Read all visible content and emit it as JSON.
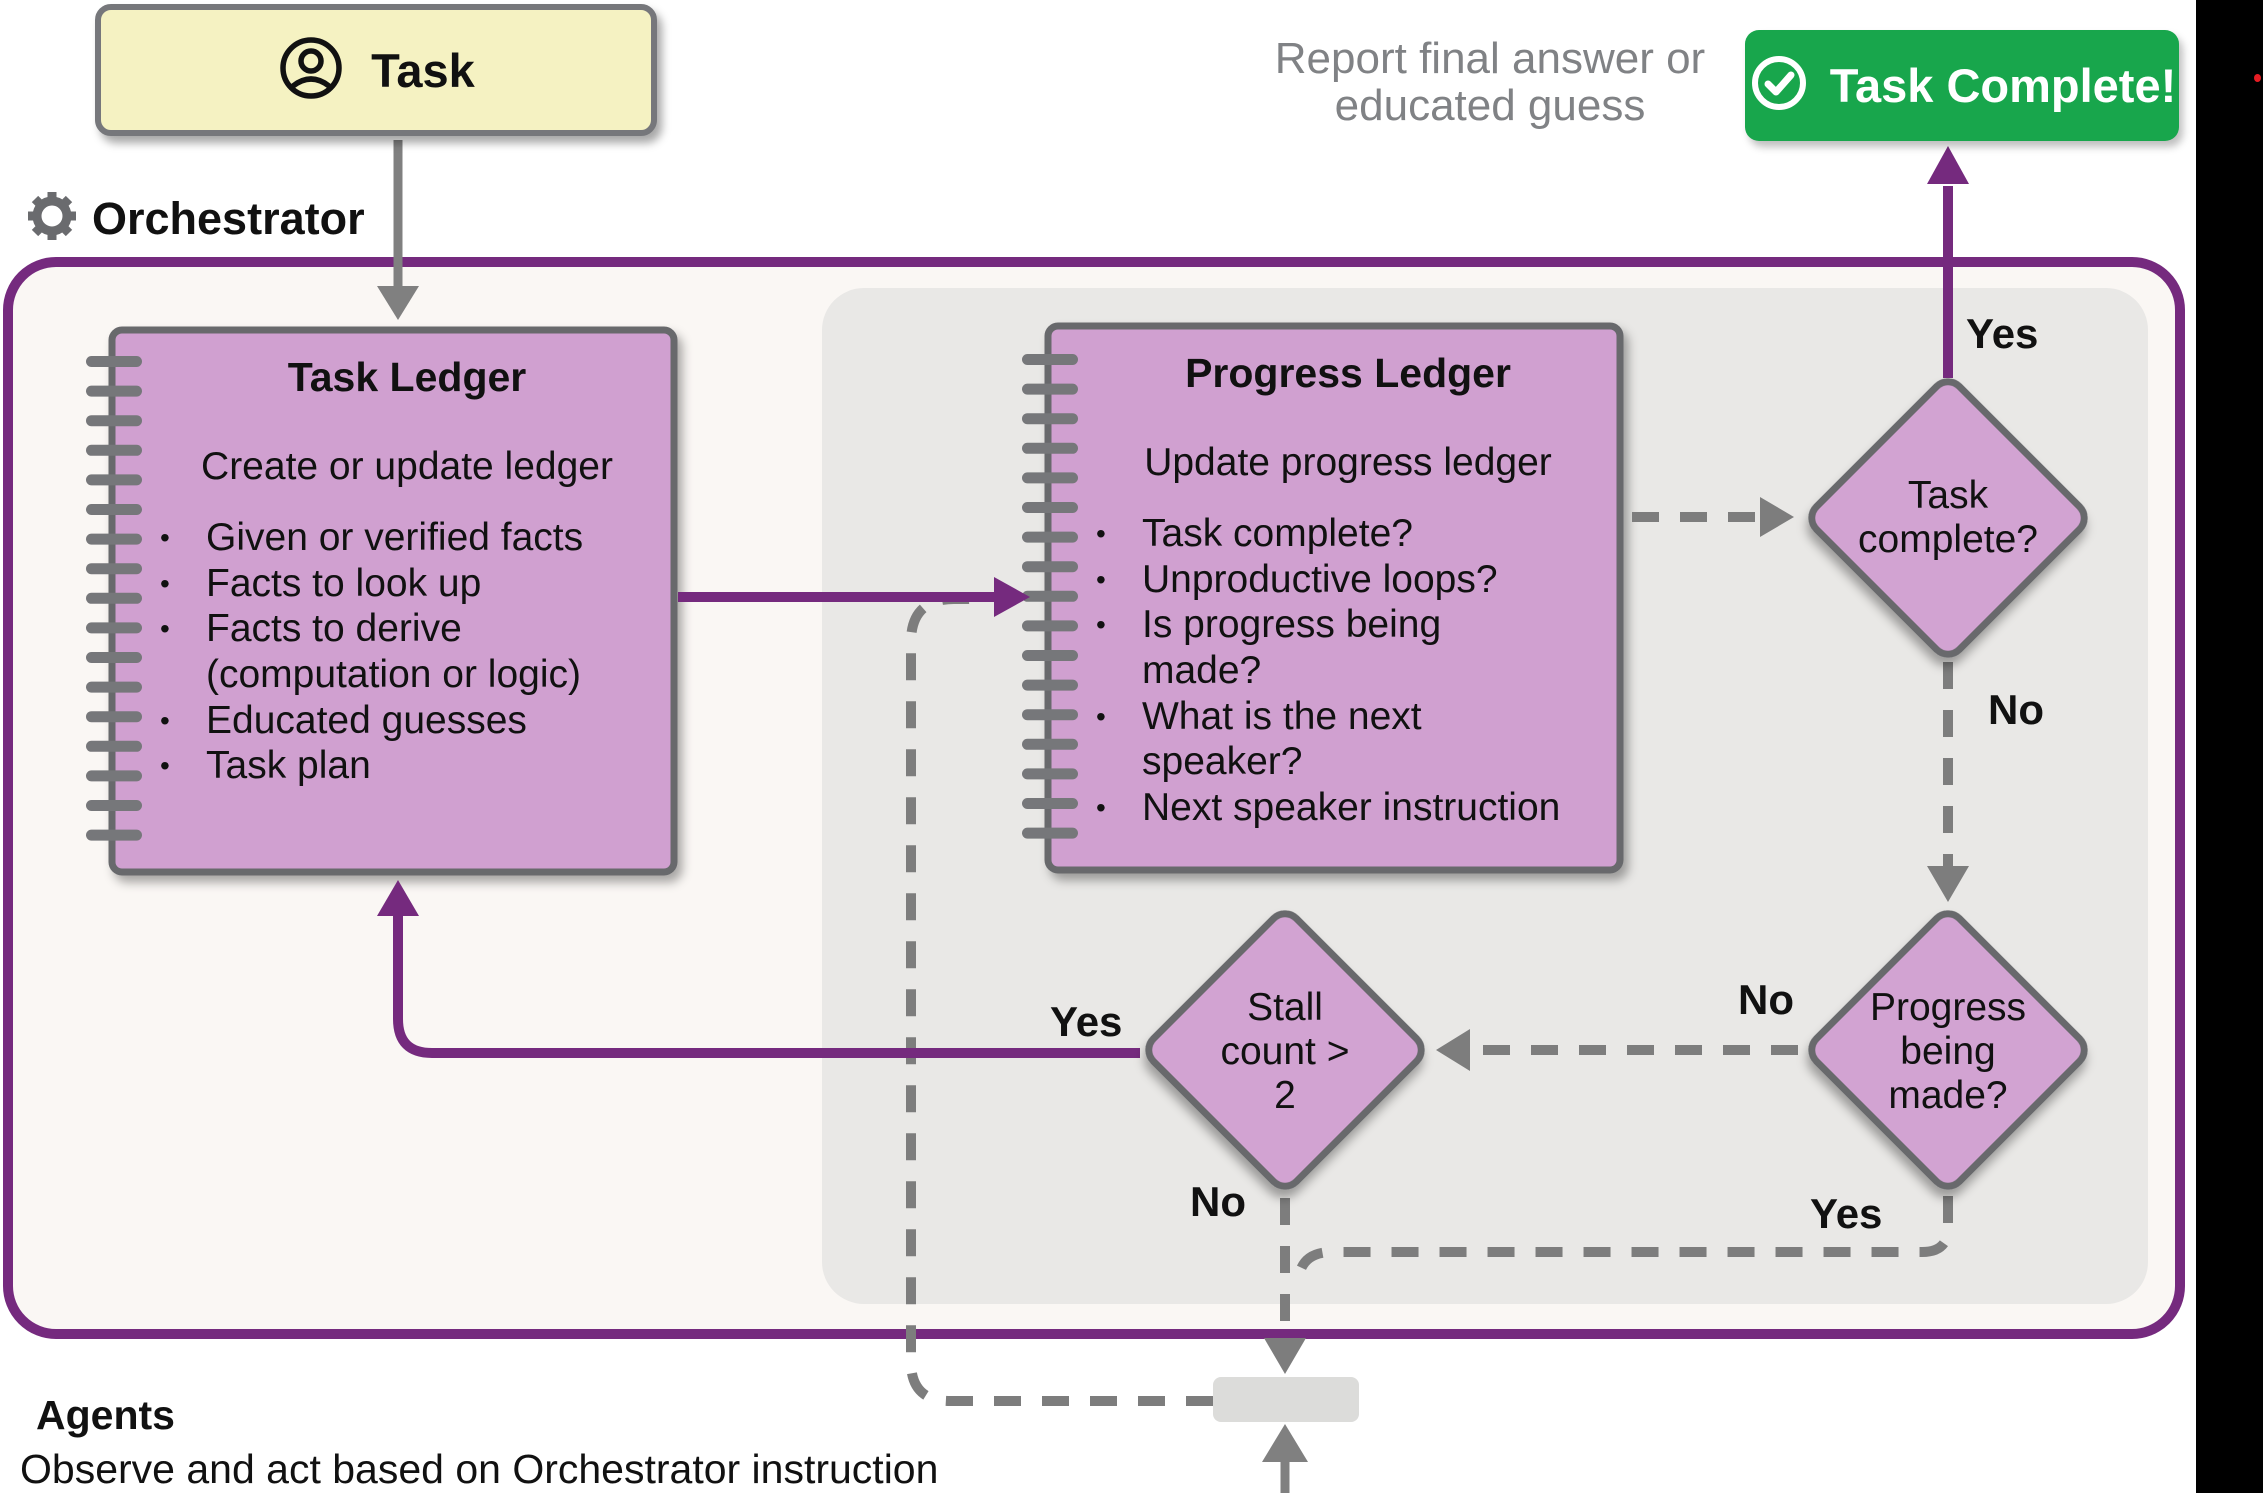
{
  "task_source": {
    "label": "Task",
    "icon": "user-icon"
  },
  "orchestrator": {
    "label": "Orchestrator",
    "icon": "gear-icon"
  },
  "outcome": {
    "note_line1": "Report final answer or",
    "note_line2": "educated guess",
    "button_label": "Task Complete!",
    "button_icon": "check-circle-icon"
  },
  "task_ledger": {
    "title": "Task Ledger",
    "subtitle": "Create or update ledger",
    "items": [
      "Given or verified facts",
      "Facts to look up",
      "Facts to derive\n(computation or logic)",
      "Educated guesses",
      "Task plan"
    ]
  },
  "progress_ledger": {
    "title": "Progress Ledger",
    "subtitle": "Update progress ledger",
    "items": [
      "Task complete?",
      "Unproductive loops?",
      "Is progress being\nmade?",
      "What is the next\nspeaker?",
      "Next speaker instruction"
    ]
  },
  "decisions": {
    "task_complete": {
      "label": "Task complete?",
      "yes": "Yes",
      "no": "No"
    },
    "progress": {
      "label": "Progress being made?",
      "no": "No",
      "yes": "Yes"
    },
    "stall": {
      "label": "Stall count > 2",
      "yes": "Yes",
      "no": "No"
    }
  },
  "agents": {
    "title": "Agents",
    "description": "Observe and act based on Orchestrator instruction"
  },
  "colors": {
    "purple_accent": "#752a7e",
    "node_fill": "#d0a0d0",
    "node_border": "#68696c",
    "green_success": "#18a64c",
    "task_yellow": "#f5f2c2",
    "panel_gray": "#e9e8e6",
    "container_bg": "#faf7f4",
    "arrow_gray": "#7d7d7d"
  }
}
